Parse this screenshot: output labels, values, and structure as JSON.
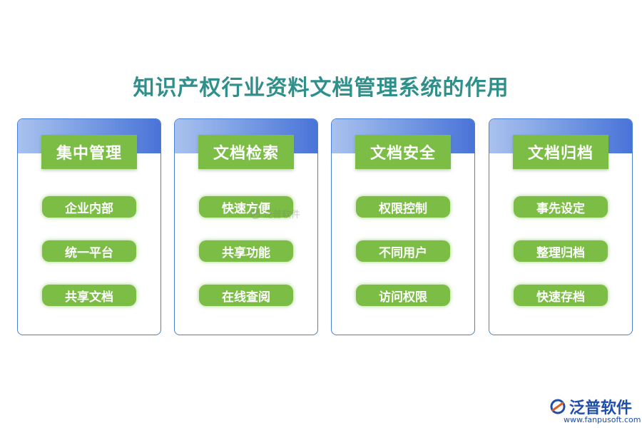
{
  "title": "知识产权行业资料文档管理系统的作用",
  "cards": [
    {
      "heading": "集中管理",
      "items": [
        "企业内部",
        "统一平台",
        "共享文档"
      ]
    },
    {
      "heading": "文档检索",
      "items": [
        "快速方便",
        "共享功能",
        "在线查阅"
      ]
    },
    {
      "heading": "文档安全",
      "items": [
        "权限控制",
        "不同用户",
        "访问权限"
      ]
    },
    {
      "heading": "文档归档",
      "items": [
        "事先设定",
        "整理归档",
        "快速存档"
      ]
    }
  ],
  "watermark": {
    "text": "泛普软件",
    "icon": "fanpu-logo-icon"
  },
  "brand": {
    "name": "泛普软件",
    "url": "www.fanpusoft.com",
    "icon": "fanpu-logo-icon",
    "color": "#1f4fa8"
  },
  "colors": {
    "title": "#2f8f8b",
    "green": "#7bbd45",
    "blue": "#4a73d8"
  }
}
